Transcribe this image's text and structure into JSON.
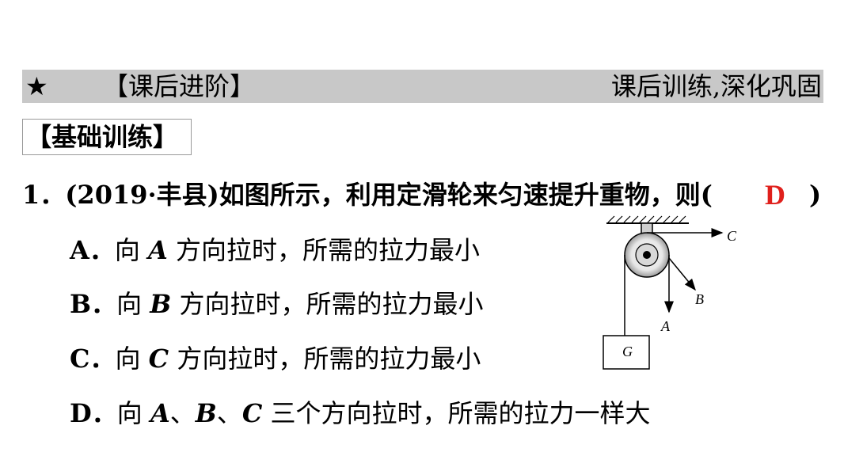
{
  "header": {
    "star": "★",
    "title": "【课后进阶】",
    "tag": "课后训练,深化巩固"
  },
  "section": {
    "title": "【基础训练】"
  },
  "question": {
    "number": "1．",
    "source": "(2019·丰县)",
    "stem": "如图所示，利用定滑轮来匀速提升重物，则(",
    "answer": "D",
    "close_paren": ")",
    "options": [
      {
        "letter": "A．",
        "pre": "向 ",
        "var": "A",
        "post": " 方向拉时，所需的拉力最小"
      },
      {
        "letter": "B．",
        "pre": "向 ",
        "var": "B",
        "post": " 方向拉时，所需的拉力最小"
      },
      {
        "letter": "C．",
        "pre": "向 ",
        "var": "C",
        "post": " 方向拉时，所需的拉力最小"
      },
      {
        "letter": "D．",
        "pre": "向 ",
        "var": "A",
        "sep1": "、",
        "var2": "B",
        "sep2": "、",
        "var3": "C",
        "post": " 三个方向拉时，所需的拉力一样大"
      }
    ]
  },
  "figure": {
    "labels": {
      "C": "C",
      "B": "B",
      "A": "A",
      "G": "G"
    }
  }
}
